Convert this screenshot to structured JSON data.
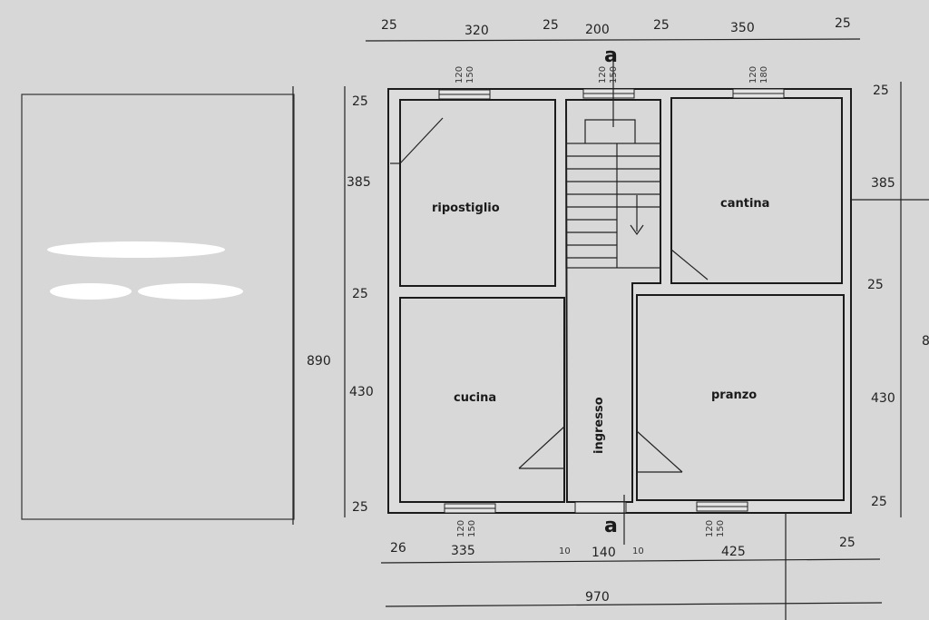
{
  "rooms": {
    "ripostiglio": "ripostiglio",
    "cantina": "cantina",
    "cucina": "cucina",
    "pranzo": "pranzo",
    "ingresso": "ingresso"
  },
  "section_mark": "a",
  "top_dims": [
    "25",
    "320",
    "25",
    "200",
    "25",
    "350",
    "25"
  ],
  "bottom_dims": [
    "26",
    "335",
    "10",
    "140",
    "10",
    "425",
    "25"
  ],
  "total_width": "970",
  "left_dims": [
    "25",
    "385",
    "25",
    "430",
    "25"
  ],
  "left_total": "890",
  "right_dims": [
    "25",
    "385",
    "25",
    "430",
    "25"
  ],
  "right_total_partial": "8",
  "window_labels": {
    "sill": "120",
    "height": "150",
    "height_alt": "180"
  }
}
